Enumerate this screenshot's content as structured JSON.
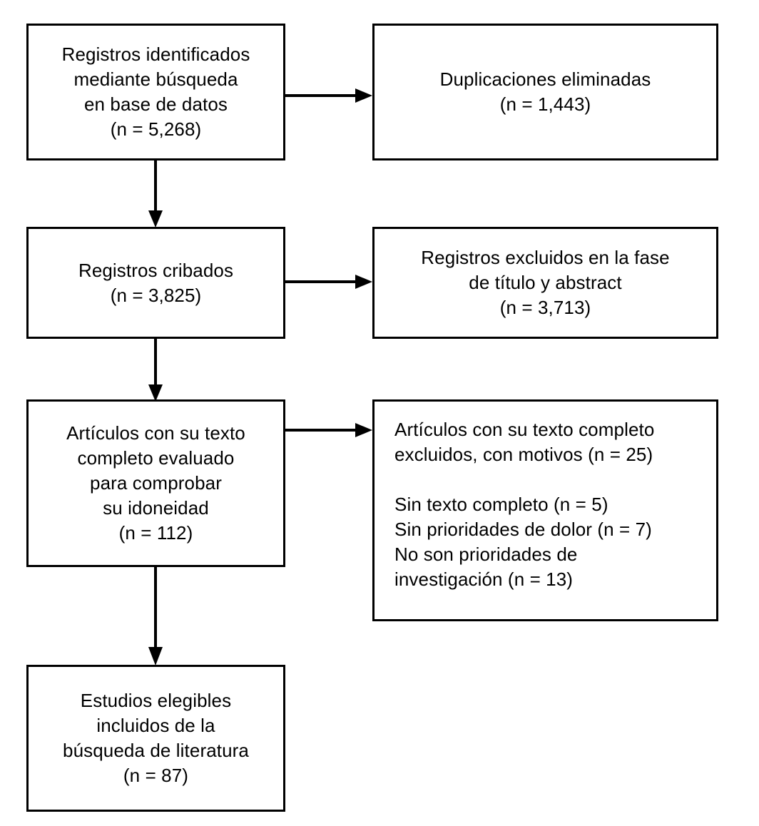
{
  "diagram": {
    "type": "prisma-flow-diagram",
    "language": "es",
    "background_color": "#ffffff",
    "line_color": "#000000",
    "text_color": "#000000",
    "boxes": {
      "identified": {
        "id": "records-identified",
        "text": "Registros identificados\nmediante búsqueda\nen base de datos\n(n = 5,268)",
        "n": 5268,
        "align": "center"
      },
      "duplicates": {
        "id": "duplicates-removed",
        "text": "Duplicaciones eliminadas\n(n = 1,443)",
        "n": 1443,
        "align": "center"
      },
      "screened": {
        "id": "records-screened",
        "text": "Registros cribados\n(n = 3,825)",
        "n": 3825,
        "align": "center"
      },
      "screened_excluded": {
        "id": "records-excluded-title-abstract",
        "text": "Registros excluidos en la fase\nde título y abstract\n(n = 3,713)",
        "n": 3713,
        "align": "center"
      },
      "fulltext_assessed": {
        "id": "fulltext-assessed",
        "text": "Artículos con su texto\ncompleto evaluado\npara comprobar\nsu idoneidad\n(n = 112)",
        "n": 112,
        "align": "center"
      },
      "fulltext_excluded": {
        "id": "fulltext-excluded-with-reasons",
        "text": "Artículos con su texto completo\nexcluidos, con motivos (n = 25)\n\nSin texto completo (n = 5)\nSin prioridades de dolor (n = 7)\nNo son prioridades de\ninvestigación (n = 13)",
        "n": 25,
        "align": "left",
        "reasons": [
          {
            "label": "Sin texto completo",
            "n": 5
          },
          {
            "label": "Sin prioridades de dolor",
            "n": 7
          },
          {
            "label": "No son prioridades de investigación",
            "n": 13
          }
        ]
      },
      "included": {
        "id": "studies-included",
        "text": "Estudios elegibles\nincluidos de la\nbúsqueda de literatura\n(n = 87)",
        "n": 87,
        "align": "center"
      }
    },
    "arrows": [
      {
        "id": "identified-to-duplicates",
        "direction": "right"
      },
      {
        "id": "identified-to-screened",
        "direction": "down"
      },
      {
        "id": "screened-to-excluded",
        "direction": "right"
      },
      {
        "id": "screened-to-fulltext",
        "direction": "down"
      },
      {
        "id": "fulltext-to-excluded",
        "direction": "right"
      },
      {
        "id": "fulltext-to-included",
        "direction": "down"
      }
    ]
  }
}
